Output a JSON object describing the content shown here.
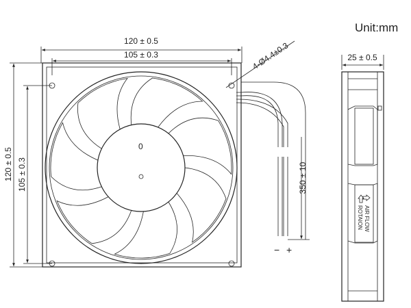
{
  "unit_label": "Unit:mm",
  "front": {
    "width_outer": "120 ± 0.5",
    "width_holes": "105 ± 0.3",
    "height_outer": "120 ± 0.5",
    "height_holes": "105 ± 0.3",
    "hole_spec": "4-Ø4.4±0.3",
    "hub_mark": "0",
    "lead_length": "350 ± 10",
    "minus": "−",
    "plus": "+"
  },
  "side": {
    "depth": "25 ± 0.5",
    "label_line1": "AIR FLOW",
    "label_line2": "ROTAION"
  }
}
